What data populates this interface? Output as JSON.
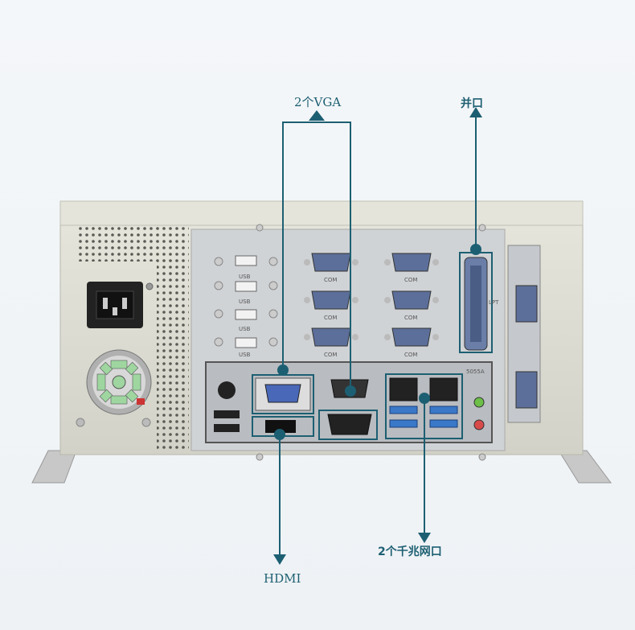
{
  "callouts": {
    "vga": "2个VGA",
    "parallel": "并口",
    "hdmi": "HDMI",
    "lan": "2个千兆网口"
  },
  "panel_labels": {
    "usb_top": "USB",
    "usb": "USB",
    "com": "COM",
    "lpt": "LPT",
    "model": "5055A"
  },
  "colors": {
    "callout": "#1d5f72",
    "chassis": "#dcdcd2",
    "io_plate": "#c9ccd0",
    "usb3_blue": "#3a78c8"
  }
}
